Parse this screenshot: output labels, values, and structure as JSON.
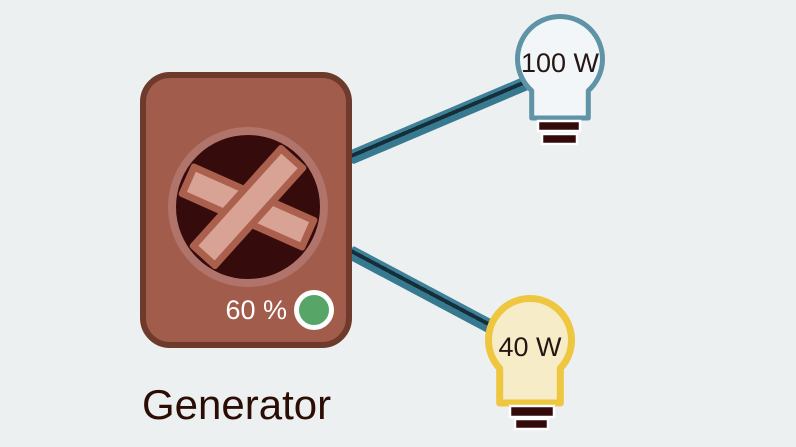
{
  "canvas": {
    "background_color": "#edf0f0"
  },
  "generator": {
    "label": "Generator",
    "load_label": "60 %",
    "body_color": "#a25c4b",
    "border_color": "#6e3a2c",
    "dial_color": "#350b0b",
    "dial_ring_color": "#b0746a",
    "cross_fill_color": "#d8a294",
    "cross_outline_color": "#ab5f4d",
    "status_light_color": "#58a667"
  },
  "wires": [
    {
      "name": "wire-to-100w-bulb",
      "color": "#37798f",
      "stripe_color": "#142f3a"
    },
    {
      "name": "wire-to-40w-bulb",
      "color": "#37798f",
      "stripe_color": "#142f3a"
    }
  ],
  "bulbs": [
    {
      "label": "100 W",
      "outline_color": "#5f93a8",
      "fill_color": "#f2f6f8",
      "base_color": "#330b0b"
    },
    {
      "label": "40 W",
      "outline_color": "#eec63f",
      "fill_color": "#f6ecc8",
      "base_color": "#330b0b"
    }
  ]
}
